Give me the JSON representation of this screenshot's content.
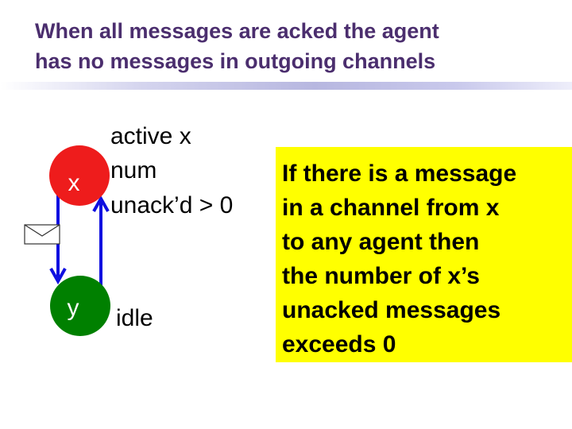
{
  "title": {
    "line1": "When all messages are acked the agent",
    "line2": "has no messages in outgoing channels"
  },
  "nodes": {
    "x": {
      "label": "x",
      "color": "#ee1c1c"
    },
    "y": {
      "label": "y",
      "color": "#008000"
    }
  },
  "state_labels": {
    "active_line1": "active x",
    "active_line2": "num",
    "active_line3": "unack’d > 0",
    "idle": "idle"
  },
  "icons": {
    "message": "envelope-icon"
  },
  "note": {
    "lines": [
      "If there is a message",
      "in a channel from x",
      "to any agent then",
      "the number of x’s",
      "unacked messages",
      "exceeds 0"
    ],
    "background": "#ffff00"
  },
  "colors": {
    "title": "#4b2e6e",
    "arrow": "#1010e0"
  }
}
